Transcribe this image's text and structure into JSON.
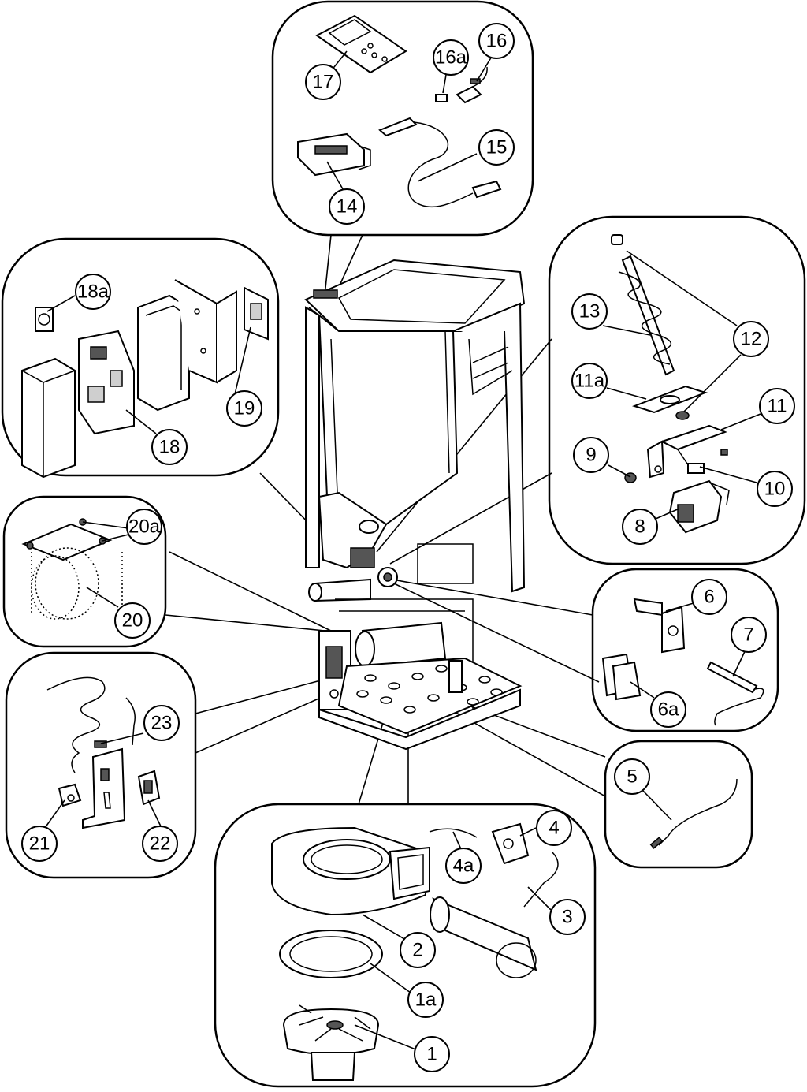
{
  "callouts": {
    "c1": "1",
    "c1a": "1a",
    "c2": "2",
    "c3": "3",
    "c4": "4",
    "c4a": "4a",
    "c5": "5",
    "c6": "6",
    "c6a": "6a",
    "c7": "7",
    "c8": "8",
    "c9": "9",
    "c10": "10",
    "c11": "11",
    "c11a": "11a",
    "c12": "12",
    "c13": "13",
    "c14": "14",
    "c15": "15",
    "c16": "16",
    "c16a": "16a",
    "c17": "17",
    "c18": "18",
    "c18a": "18a",
    "c19": "19",
    "c20": "20",
    "c20a": "20a",
    "c21": "21",
    "c22": "22",
    "c23": "23"
  }
}
